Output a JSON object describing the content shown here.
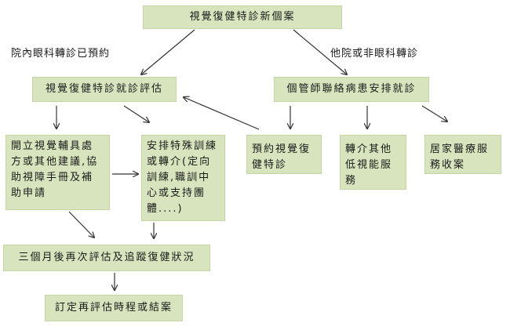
{
  "nodes": {
    "new_case": "視覺復健特診新個案",
    "eval": "視覺復健特診就診評估",
    "coordinator": "個管師聯絡病患安排就診",
    "prescribe": "開立視覺輔具處方或其他建議,協助視障手冊及補助申請",
    "training": "安排特殊訓練或轉介(定向訓練,職訓中心或支持團體....)",
    "book_special": "預約視覺復健特診",
    "refer_other": "轉介其他低視能服務",
    "home_care": "居家醫療服務收案",
    "followup": "三個月後再次評估及追蹤復健狀況",
    "schedule": "訂定再評估時程或結案"
  },
  "labels": {
    "internal": "院內眼科轉診已預約",
    "external": "他院或非眼科轉診"
  }
}
